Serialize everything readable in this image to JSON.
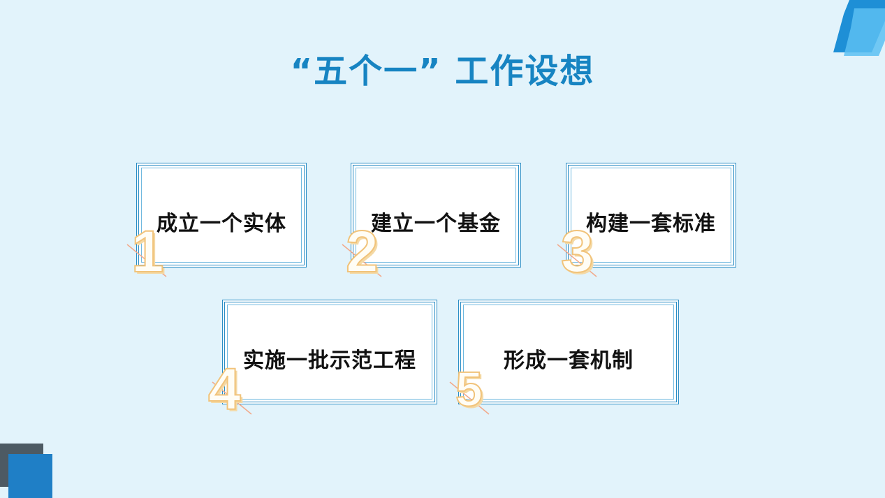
{
  "title": "“五个一” 工作设想",
  "items": [
    {
      "number": "1",
      "label": "成立一个实体"
    },
    {
      "number": "2",
      "label": "建立一个基金"
    },
    {
      "number": "3",
      "label": "构建一套标准"
    },
    {
      "number": "4",
      "label": "实施一批示范工程"
    },
    {
      "number": "5",
      "label": "形成一套机制"
    }
  ],
  "colors": {
    "title": "#1784c2",
    "background": "#e2f3fb",
    "card_border": "#2a8dc5",
    "number_stroke": "#f1c37a",
    "accent_blue": "#2aa8e8",
    "accent_dark": "#4a5560"
  }
}
